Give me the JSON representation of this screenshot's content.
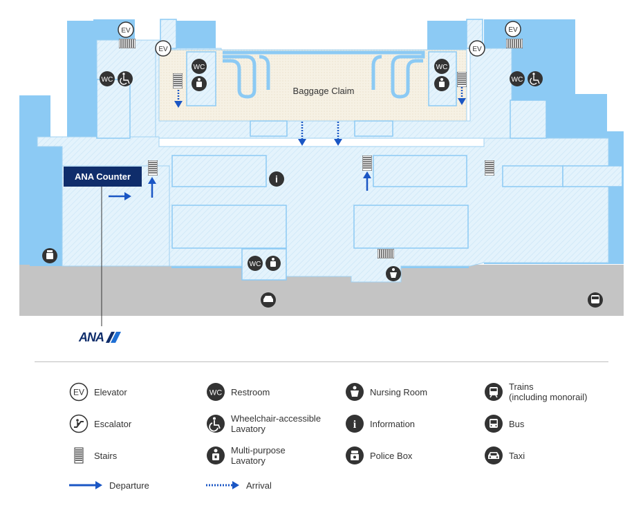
{
  "map": {
    "baggage_claim": "Baggage Claim",
    "ana_counter": "ANA Counter",
    "ana_logo": "ANA",
    "ev_label": "EV",
    "wc_label": "WC",
    "info_label": "i"
  },
  "legend": [
    {
      "icon": "elevator",
      "text": "Elevator",
      "text2": ""
    },
    {
      "icon": "restroom",
      "text": "Restroom",
      "text2": ""
    },
    {
      "icon": "nursing-room",
      "text": "Nursing Room",
      "text2": ""
    },
    {
      "icon": "trains",
      "text": "Trains",
      "text2": " (including monorail)"
    },
    {
      "icon": "escalator",
      "text": "Escalator",
      "text2": ""
    },
    {
      "icon": "wheelchair",
      "text": "Wheelchair-accessible",
      "text2": "Lavatory"
    },
    {
      "icon": "information",
      "text": "Information",
      "text2": ""
    },
    {
      "icon": "bus",
      "text": "Bus",
      "text2": ""
    },
    {
      "icon": "stairs",
      "text": "Stairs",
      "text2": ""
    },
    {
      "icon": "multipurpose",
      "text": "Multi-purpose",
      "text2": "Lavatory"
    },
    {
      "icon": "police-box",
      "text": "Police Box",
      "text2": ""
    },
    {
      "icon": "taxi",
      "text": "Taxi",
      "text2": ""
    },
    {
      "icon": "departure",
      "text": "Departure",
      "text2": ""
    },
    {
      "icon": "arrival",
      "text": "Arrival",
      "text2": ""
    }
  ],
  "colors": {
    "building": "#8ccaf4",
    "floor": "#e4f3fc",
    "claim": "#f4efe2",
    "road": "#c4c4c4",
    "navy": "#0f2d6b",
    "arrow": "#1a56c4",
    "icon": "#333333"
  }
}
